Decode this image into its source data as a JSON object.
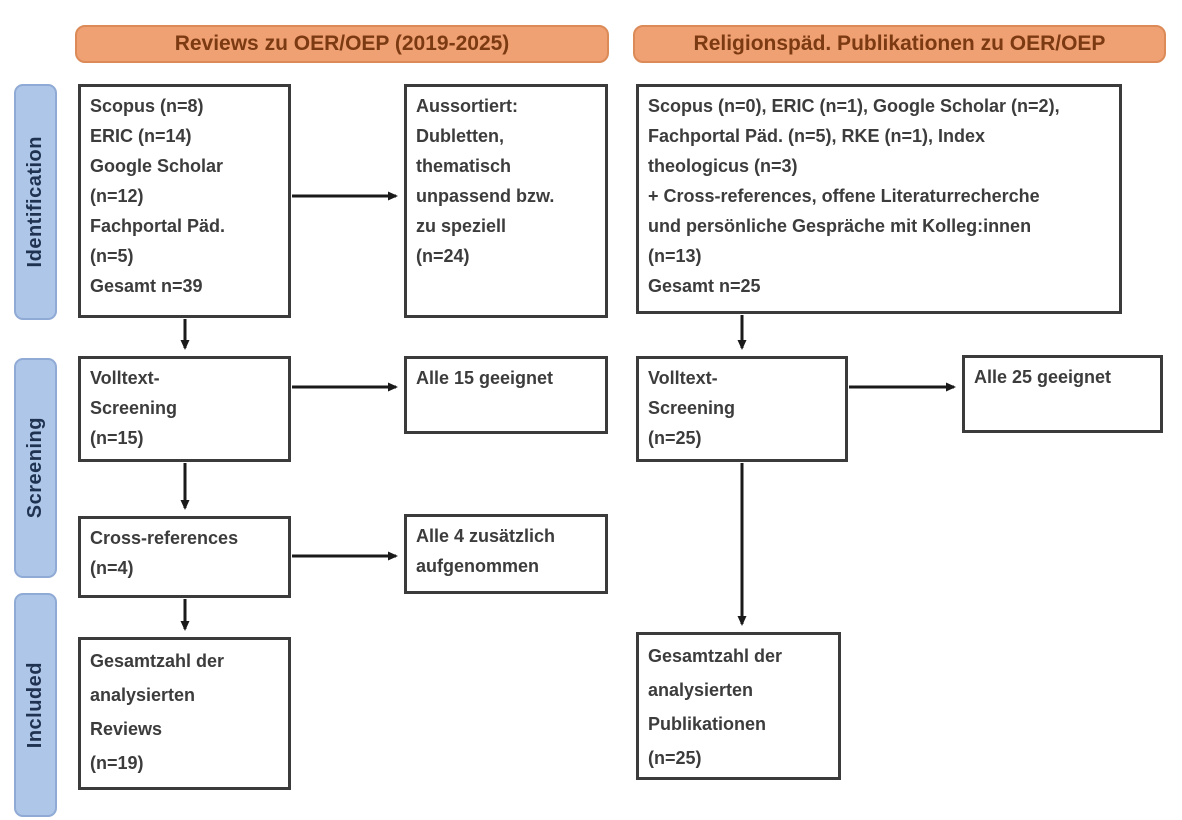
{
  "headers": {
    "left": "Reviews zu OER/OEP (2019-2025)",
    "right": "Religionspäd. Publikationen zu OER/OEP"
  },
  "stage_labels": {
    "identification": "Identification",
    "screening": "Screening",
    "included": "Included"
  },
  "left_column": {
    "identification": "Scopus (n=8)\nERIC (n=14)\nGoogle Scholar\n(n=12)\nFachportal Päd.\n(n=5)\nGesamt n=39",
    "excluded": "Aussortiert:\nDubletten,\nthematisch\nunpassend bzw.\nzu speziell\n(n=24)",
    "fulltext_screening": "Volltext-\nScreening\n(n=15)",
    "fulltext_result": "Alle 15 geeignet",
    "cross_references": "Cross-references\n(n=4)",
    "cross_references_result": "Alle 4 zusätzlich\naufgenommen",
    "included_total": "Gesamtzahl der\nanalysierten\nReviews\n(n=19)"
  },
  "right_column": {
    "identification": "Scopus (n=0), ERIC (n=1), Google Scholar (n=2),\nFachportal Päd. (n=5), RKE (n=1), Index\ntheologicus (n=3)\n+ Cross-references, offene Literaturrecherche\nund persönliche Gespräche mit Kolleg:innen\n(n=13)\nGesamt n=25",
    "fulltext_screening": "Volltext-\nScreening\n(n=25)",
    "fulltext_result": "Alle 25 geeignet",
    "included_total": "Gesamtzahl der\nanalysierten\nPublikationen\n(n=25)"
  },
  "colors": {
    "header_fill": "#f0a173",
    "header_border": "#db8a58",
    "header_text": "#7c3a12",
    "stage_fill": "#aec6e8",
    "stage_border": "#8faad4",
    "stage_text": "#1f3250",
    "box_border": "#3b3b3b",
    "box_text": "#3c3c3c",
    "arrow": "#1a1a1a"
  }
}
